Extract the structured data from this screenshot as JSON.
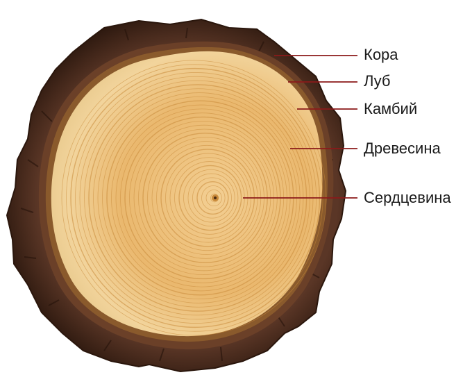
{
  "labels": {
    "bark": "Кора",
    "phloem": "Луб",
    "cambium": "Камбий",
    "wood": "Древесина",
    "pith": "Сердцевина"
  },
  "colors": {
    "bark_dark": "#3a2216",
    "bark_mid": "#5a3626",
    "phloem": "#6b4028",
    "cambium": "#8a5a2c",
    "wood_light": "#f0c98a",
    "wood_mid": "#e2ae62",
    "ring": "#c98a3a",
    "pith": "#4a2a12",
    "leader": "#8b1a1a",
    "text": "#1a1a1a"
  }
}
